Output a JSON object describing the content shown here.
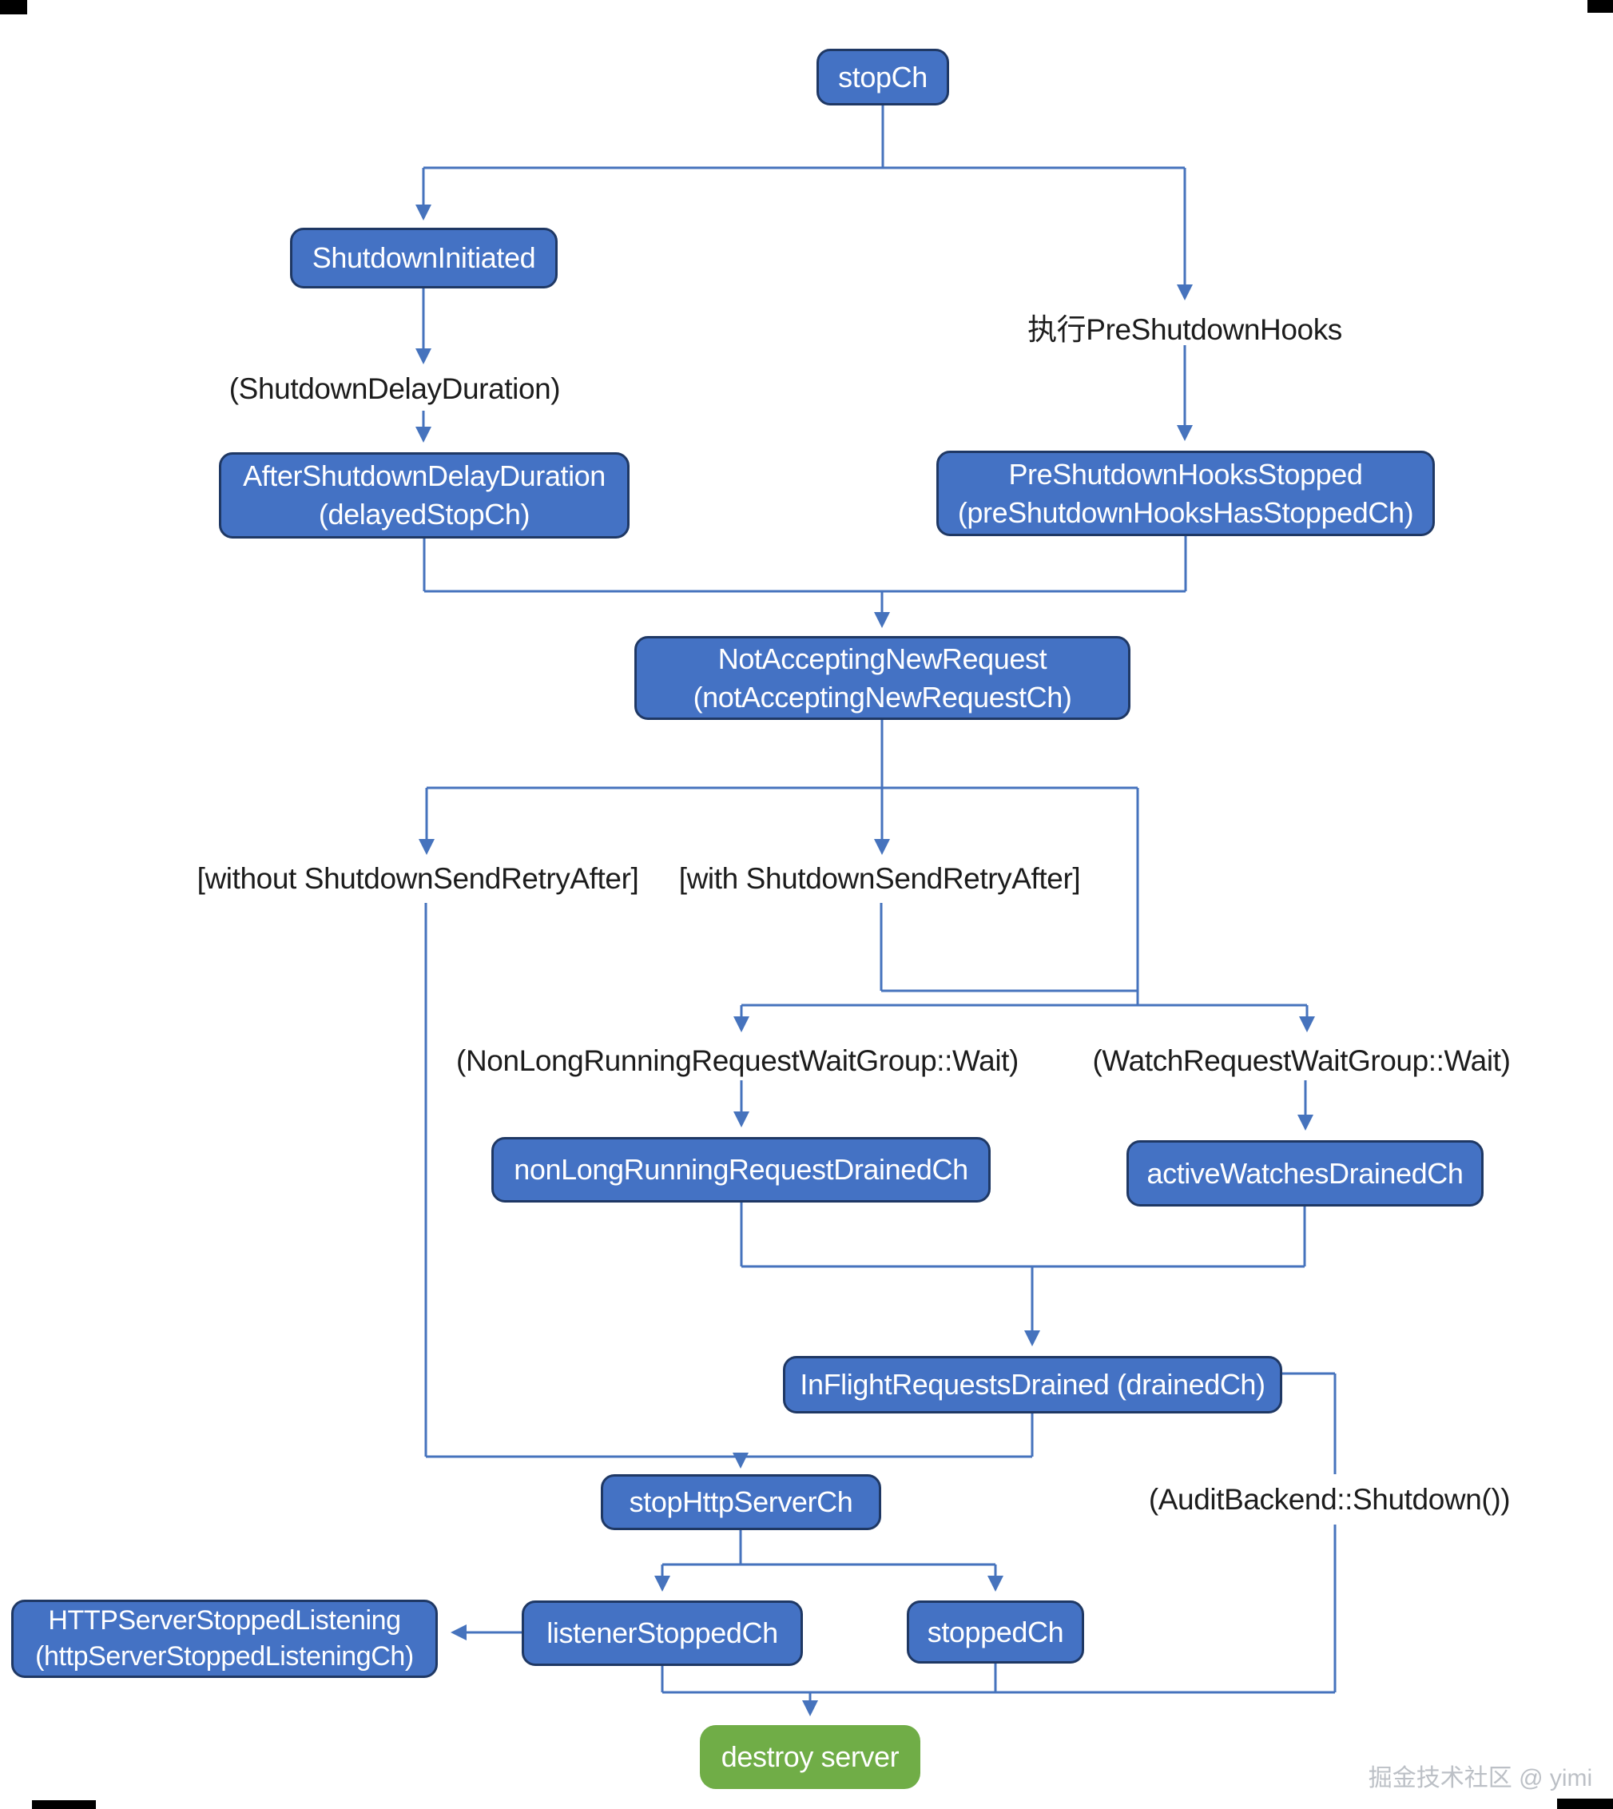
{
  "diagram": {
    "nodes": {
      "stop_ch": {
        "label": "stopCh"
      },
      "shutdown_initiated": {
        "label": "ShutdownInitiated"
      },
      "after_shutdown_delay_duration": {
        "line1": "AfterShutdownDelayDuration",
        "line2": "(delayedStopCh)"
      },
      "pre_shutdown_hooks_stopped": {
        "line1": "PreShutdownHooksStopped",
        "line2": "(preShutdownHooksHasStoppedCh)"
      },
      "not_accepting_new_request": {
        "line1": "NotAcceptingNewRequest",
        "line2": "(notAcceptingNewRequestCh)"
      },
      "non_long_running_request_drained_ch": {
        "label": "nonLongRunningRequestDrainedCh"
      },
      "active_watches_drained_ch": {
        "label": "activeWatchesDrainedCh"
      },
      "in_flight_requests_drained": {
        "label": "InFlightRequestsDrained (drainedCh)"
      },
      "stop_http_server_ch": {
        "label": "stopHttpServerCh"
      },
      "listener_stopped_ch": {
        "label": "listenerStoppedCh"
      },
      "stopped_ch": {
        "label": "stoppedCh"
      },
      "http_server_stopped_listening": {
        "line1": "HTTPServerStoppedListening",
        "line2": "(httpServerStoppedListeningCh)"
      },
      "destroy_server": {
        "label": "destroy server"
      }
    },
    "annotations": {
      "execute_pre_shutdown_hooks": "执行PreShutdownHooks",
      "shutdown_delay_duration": "(ShutdownDelayDuration)",
      "without_retry_after": "[without ShutdownSendRetryAfter]",
      "with_retry_after": "[with ShutdownSendRetryAfter]",
      "non_long_running_wait": "(NonLongRunningRequestWaitGroup::Wait)",
      "watch_wait": "(WatchRequestWaitGroup::Wait)",
      "audit_backend_shutdown": "(AuditBackend::Shutdown())"
    },
    "watermark": "掘金技术社区 @ yimi",
    "colors": {
      "node_fill": "#4472c4",
      "node_border": "#1f3864",
      "green_fill": "#70ad47",
      "connector": "#4673bd",
      "annotation_text": "#1c1c1c",
      "watermark_text": "#bcc0c6"
    }
  }
}
